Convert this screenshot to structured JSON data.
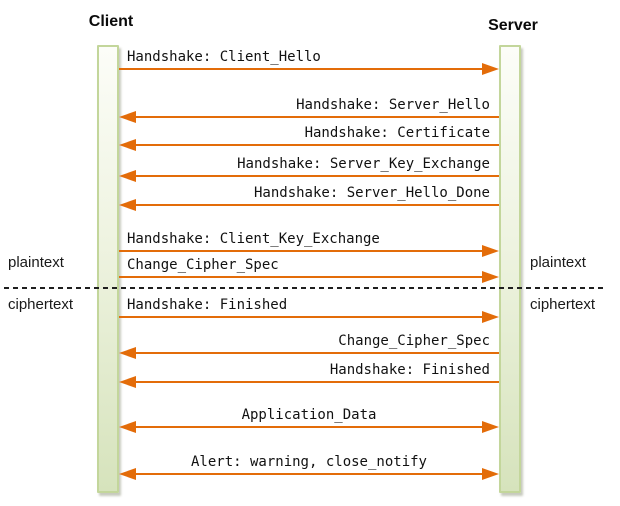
{
  "diagram": {
    "type": "sequence-diagram",
    "topic": "TLS handshake message flow",
    "lifelines": [
      {
        "name": "Client"
      },
      {
        "name": "Server"
      }
    ],
    "messages": [
      {
        "label": "Handshake: Client_Hello",
        "from": "Client",
        "to": "Server",
        "direction": "right"
      },
      {
        "label": "Handshake: Server_Hello",
        "from": "Server",
        "to": "Client",
        "direction": "left"
      },
      {
        "label": "Handshake: Certificate",
        "from": "Server",
        "to": "Client",
        "direction": "left"
      },
      {
        "label": "Handshake: Server_Key_Exchange",
        "from": "Server",
        "to": "Client",
        "direction": "left"
      },
      {
        "label": "Handshake: Server_Hello_Done",
        "from": "Server",
        "to": "Client",
        "direction": "left"
      },
      {
        "label": "Handshake: Client_Key_Exchange",
        "from": "Client",
        "to": "Server",
        "direction": "right"
      },
      {
        "label": "Change_Cipher_Spec",
        "from": "Client",
        "to": "Server",
        "direction": "right"
      },
      {
        "label": "Handshake: Finished",
        "from": "Client",
        "to": "Server",
        "direction": "right"
      },
      {
        "label": "Change_Cipher_Spec",
        "from": "Server",
        "to": "Client",
        "direction": "left"
      },
      {
        "label": "Handshake: Finished",
        "from": "Server",
        "to": "Client",
        "direction": "left"
      },
      {
        "label": "Application_Data",
        "from": "Client",
        "to": "Server",
        "direction": "both"
      },
      {
        "label": "Alert: warning, close_notify",
        "from": "Client",
        "to": "Server",
        "direction": "both"
      }
    ],
    "sections": {
      "above_divider_left": "plaintext",
      "above_divider_right": "plaintext",
      "below_divider_left": "ciphertext",
      "below_divider_right": "ciphertext"
    },
    "colors": {
      "arrow": "#E36C09",
      "lifeline_border": "#C3D69B",
      "lifeline_fill": "#D6E3BC",
      "divider": "#1F1F1F",
      "text": "#111111"
    }
  }
}
